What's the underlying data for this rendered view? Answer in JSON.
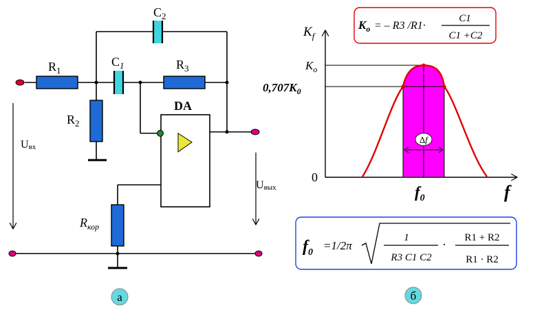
{
  "circuit": {
    "c2": "C",
    "c2_sub": "2",
    "r1": "R",
    "r1_sub": "1",
    "c1": "C",
    "c1_sub": "1",
    "r3": "R",
    "r3_sub": "3",
    "r2": "R",
    "r2_sub": "2",
    "da": "DA",
    "u_in": "U",
    "u_in_sub": "вх",
    "u_out": "U",
    "u_out_sub": "вых",
    "r_kor": "R",
    "r_kor_sub": "кор",
    "panel_label": "а"
  },
  "graph": {
    "y_axis": "K",
    "y_axis_sub": "f",
    "k0": "K",
    "k0_sub": "o",
    "k0707": "0,707K",
    "k0707_sub": "0",
    "zero": "0",
    "f0": "f",
    "f0_sub": "0",
    "x_axis": "f",
    "delta_f": "∆f",
    "panel_label": "б",
    "fill_color": "#ff00ff",
    "curve_color": "#e00000"
  },
  "formula_k": {
    "lhs": "K",
    "lhs_sub": "o",
    "rhs": "= – R3 /R1·",
    "num": "C1",
    "den": "C1 +C2"
  },
  "formula_f": {
    "lhs": "f",
    "lhs_sub": "0",
    "coef": "=1/2π",
    "num1": "1",
    "den1": "R3 C1 C2",
    "dot": "·",
    "num2": "R1 + R2",
    "den2": "R1 · R2"
  }
}
